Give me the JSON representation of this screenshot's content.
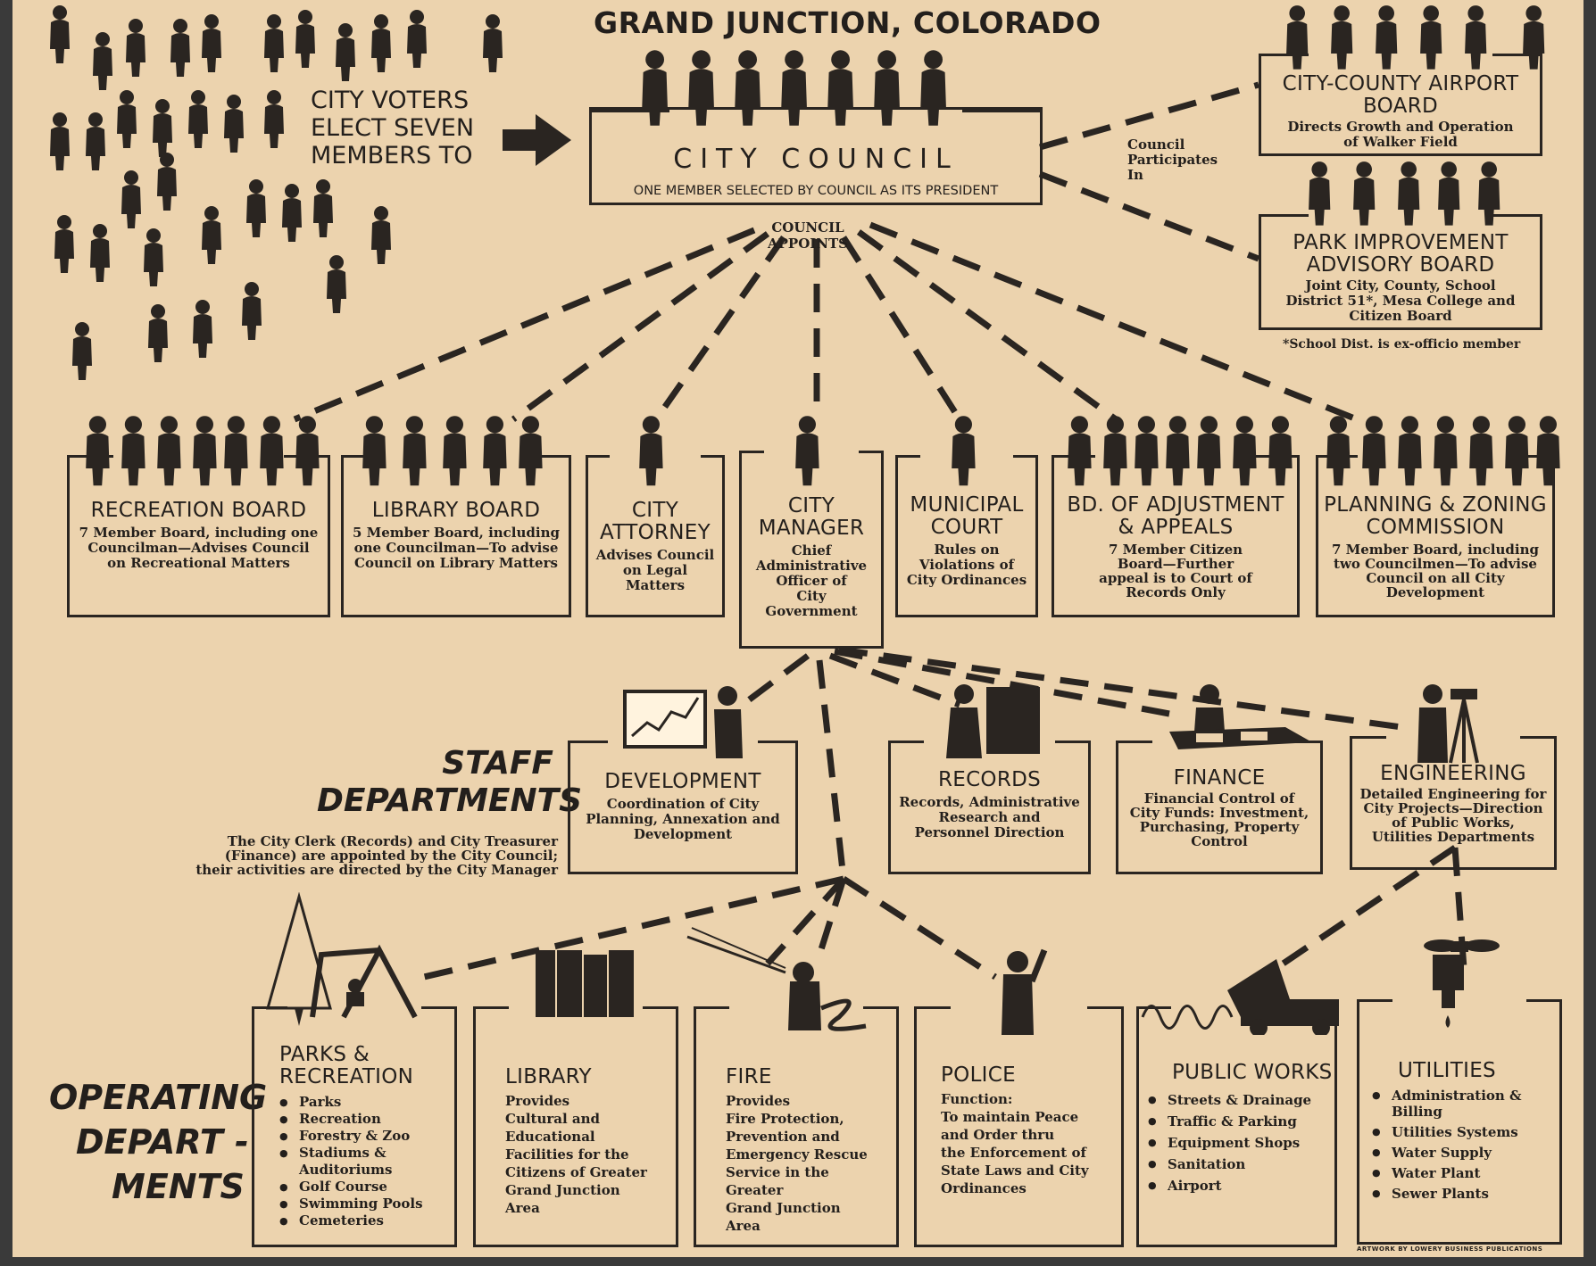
{
  "title": "GRAND JUNCTION, COLORADO",
  "voters_text": [
    "CITY VOTERS",
    "ELECT SEVEN",
    "MEMBERS TO"
  ],
  "council": {
    "title": "CITY COUNCIL",
    "subtitle": "ONE MEMBER SELECTED BY COUNCIL AS ITS PRESIDENT",
    "appoints_label": [
      "COUNCIL",
      "APPOINTS"
    ],
    "participates_label": [
      "Council",
      "Participates",
      "In"
    ]
  },
  "airport_board": {
    "title": [
      "CITY-COUNTY AIRPORT",
      "BOARD"
    ],
    "desc": [
      "Directs Growth and Operation",
      "of Walker Field"
    ]
  },
  "park_board": {
    "title": [
      "PARK IMPROVEMENT",
      "ADVISORY BOARD"
    ],
    "desc": [
      "Joint City, County, School",
      "District 51*, Mesa College and",
      "Citizen Board"
    ],
    "footnote": "*School Dist. is ex-officio member"
  },
  "appointed": [
    {
      "title": [
        "RECREATION BOARD"
      ],
      "desc": [
        "7 Member Board, including one",
        "Councilman—Advises Council",
        "on Recreational Matters"
      ]
    },
    {
      "title": [
        "LIBRARY BOARD"
      ],
      "desc": [
        "5 Member Board, including",
        "one Councilman—To advise",
        "Council on Library Matters"
      ]
    },
    {
      "title": [
        "CITY",
        "ATTORNEY"
      ],
      "desc": [
        "Advises Council",
        "on Legal",
        "Matters"
      ]
    },
    {
      "title": [
        "CITY",
        "MANAGER"
      ],
      "desc": [
        "Chief",
        "Administrative",
        "Officer of",
        "City",
        "Government"
      ]
    },
    {
      "title": [
        "MUNICIPAL",
        "COURT"
      ],
      "desc": [
        "Rules on",
        "Violations of",
        "City Ordinances"
      ]
    },
    {
      "title": [
        "BD. OF ADJUSTMENT",
        "& APPEALS"
      ],
      "desc": [
        "7 Member Citizen",
        "Board—Further",
        "appeal is to Court of",
        "Records Only"
      ]
    },
    {
      "title": [
        "PLANNING & ZONING",
        "COMMISSION"
      ],
      "desc": [
        "7 Member Board, including",
        "two Councilmen—To advise",
        "Council on all City",
        "Development"
      ]
    }
  ],
  "staff_label": [
    "STAFF",
    "DEPARTMENTS"
  ],
  "staff_note": [
    "The City Clerk (Records) and City Treasurer",
    "(Finance) are appointed by the City Council;",
    "their activities are directed by the City Manager"
  ],
  "staff": [
    {
      "title": [
        "DEVELOPMENT"
      ],
      "desc": [
        "Coordination of City",
        "Planning, Annexation and",
        "Development"
      ]
    },
    {
      "title": [
        "RECORDS"
      ],
      "desc": [
        "Records, Administrative",
        "Research and",
        "Personnel Direction"
      ]
    },
    {
      "title": [
        "FINANCE"
      ],
      "desc": [
        "Financial Control of",
        "City Funds: Investment,",
        "Purchasing, Property",
        "Control"
      ]
    },
    {
      "title": [
        "ENGINEERING"
      ],
      "desc": [
        "Detailed Engineering for",
        "City Projects—Direction",
        "of Public Works,",
        "Utilities Departments"
      ]
    }
  ],
  "operating_label": [
    "OPERATING",
    "DEPART -",
    "MENTS"
  ],
  "operating": [
    {
      "title": [
        "PARKS &",
        "RECREATION"
      ],
      "items": [
        "Parks",
        "Recreation",
        "Forestry & Zoo",
        "Stadiums & Auditoriums",
        "Golf Course",
        "Swimming Pools",
        "Cemeteries"
      ]
    },
    {
      "title": [
        "LIBRARY"
      ],
      "desc": [
        "Provides",
        "Cultural and",
        "Educational",
        "Facilities for the",
        "Citizens of Greater",
        "Grand Junction",
        "Area"
      ]
    },
    {
      "title": [
        "FIRE"
      ],
      "desc": [
        "Provides",
        "Fire Protection,",
        "Prevention and",
        "Emergency Rescue",
        "Service in the",
        "Greater",
        "Grand Junction",
        "Area"
      ]
    },
    {
      "title": [
        "POLICE"
      ],
      "desc": [
        "Function:",
        "To maintain Peace",
        "and Order thru",
        "the Enforcement of",
        "State Laws and City",
        "Ordinances"
      ]
    },
    {
      "title": [
        "PUBLIC WORKS"
      ],
      "items": [
        "Streets & Drainage",
        "Traffic & Parking",
        "Equipment Shops",
        "Sanitation",
        "Airport"
      ]
    },
    {
      "title": [
        "UTILITIES"
      ],
      "items": [
        "Administration & Billing",
        "Utilities Systems",
        "Water Supply",
        "Water Plant",
        "Sewer Plants"
      ]
    }
  ],
  "credit": "ARTWORK BY LOWERY BUSINESS PUBLICATIONS",
  "colors": {
    "paper": "#ecd3ae",
    "ink": "#2a2521"
  }
}
